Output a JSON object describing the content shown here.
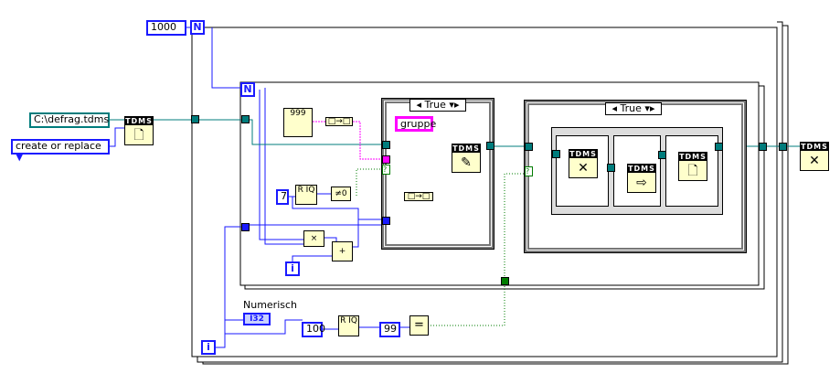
{
  "constants": {
    "loop_count": "1000",
    "path": "C:\\defrag.tdms",
    "operation": "create or replace",
    "group": "gruppe",
    "seven": "7",
    "hundred": "100",
    "ninetynine": "99"
  },
  "terminals": {
    "count": "N",
    "iteration": "i"
  },
  "case_selectors": [
    "True",
    "True"
  ],
  "nodes": {
    "tdms_label": "TDMS",
    "quotient_label": "R IQ",
    "not_zero": "≠0",
    "multiply": "×",
    "add": "+",
    "equal": "=",
    "indicator_type": "I32",
    "format": "□→□"
  },
  "indicator": {
    "label": "Numerisch"
  },
  "colors": {
    "path_wire": "#007c7c",
    "numeric_wire": "#1a1aff",
    "string_wire": "#ff00ff",
    "boolean_wire": "#007c00"
  }
}
